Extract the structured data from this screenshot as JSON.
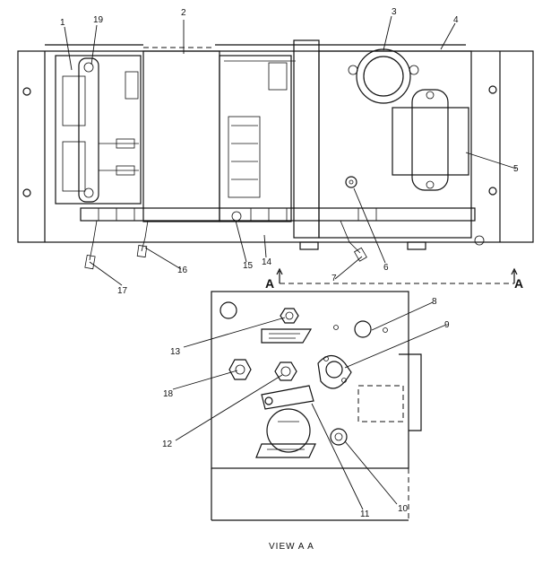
{
  "callouts": {
    "c1": "1",
    "c2": "2",
    "c3": "3",
    "c4": "4",
    "c5": "5",
    "c6": "6",
    "c7": "7",
    "c8": "8",
    "c9": "9",
    "c10": "10",
    "c11": "11",
    "c12": "12",
    "c13": "13",
    "c14": "14",
    "c15": "15",
    "c16": "16",
    "c17": "17",
    "c18": "18",
    "c19": "19"
  },
  "section": {
    "left": "A",
    "right": "A"
  },
  "caption": "VIEW A  A"
}
